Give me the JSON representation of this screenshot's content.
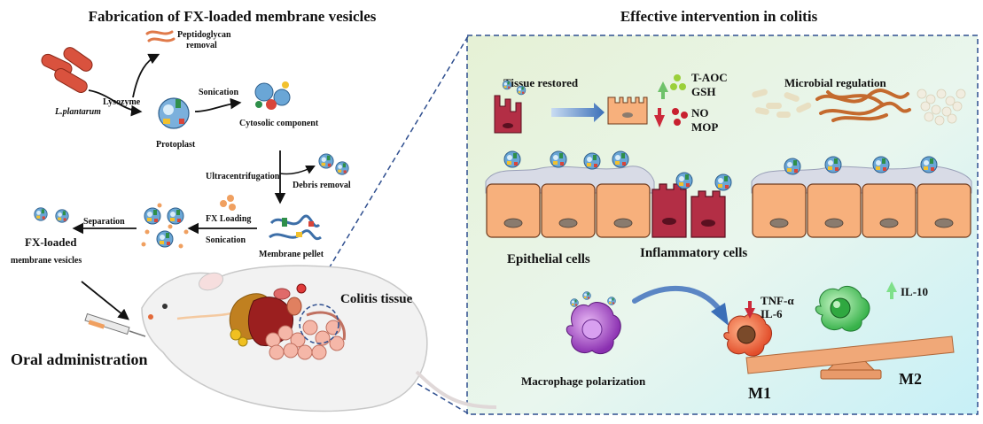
{
  "left_title": "Fabrication of  FX-loaded membrane vesicles",
  "right_title": "Effective intervention in colitis",
  "fabrication": {
    "bacterium": "L.plantarum",
    "lysozyme": "Lysozyme",
    "peptidoglycan_1": "Peptidoglycan",
    "peptidoglycan_2": "removal",
    "protoplast": "Protoplast",
    "sonication_1": "Sonication",
    "cytosolic": "Cytosolic component",
    "ultracentrifugation": "Ultracentrifugation",
    "debris_removal": "Debris removal",
    "membrane_pellet": "Membrane pellet",
    "fx_loading": "FX Loading",
    "sonication_2": "Sonication",
    "separation": "Separation",
    "vesicles_1": "FX-loaded",
    "vesicles_2": "membrane vesicles",
    "colitis_tissue": "Colitis tissue",
    "oral_administration": "Oral administration"
  },
  "intervention": {
    "tissue_restored": "Tissue restored",
    "up_markers": [
      "T-AOC",
      "GSH"
    ],
    "down_markers": [
      "NO",
      "MOP"
    ],
    "microbial_regulation": "Microbial regulation",
    "epithelial_cells": "Epithelial cells",
    "inflammatory_cells": "Inflammatory cells",
    "m1_markers": [
      "TNF-α",
      "IL-6"
    ],
    "m2_marker": "IL-10",
    "macrophage_polarization": "Macrophage polarization",
    "m1": "M1",
    "m2": "M2"
  }
}
